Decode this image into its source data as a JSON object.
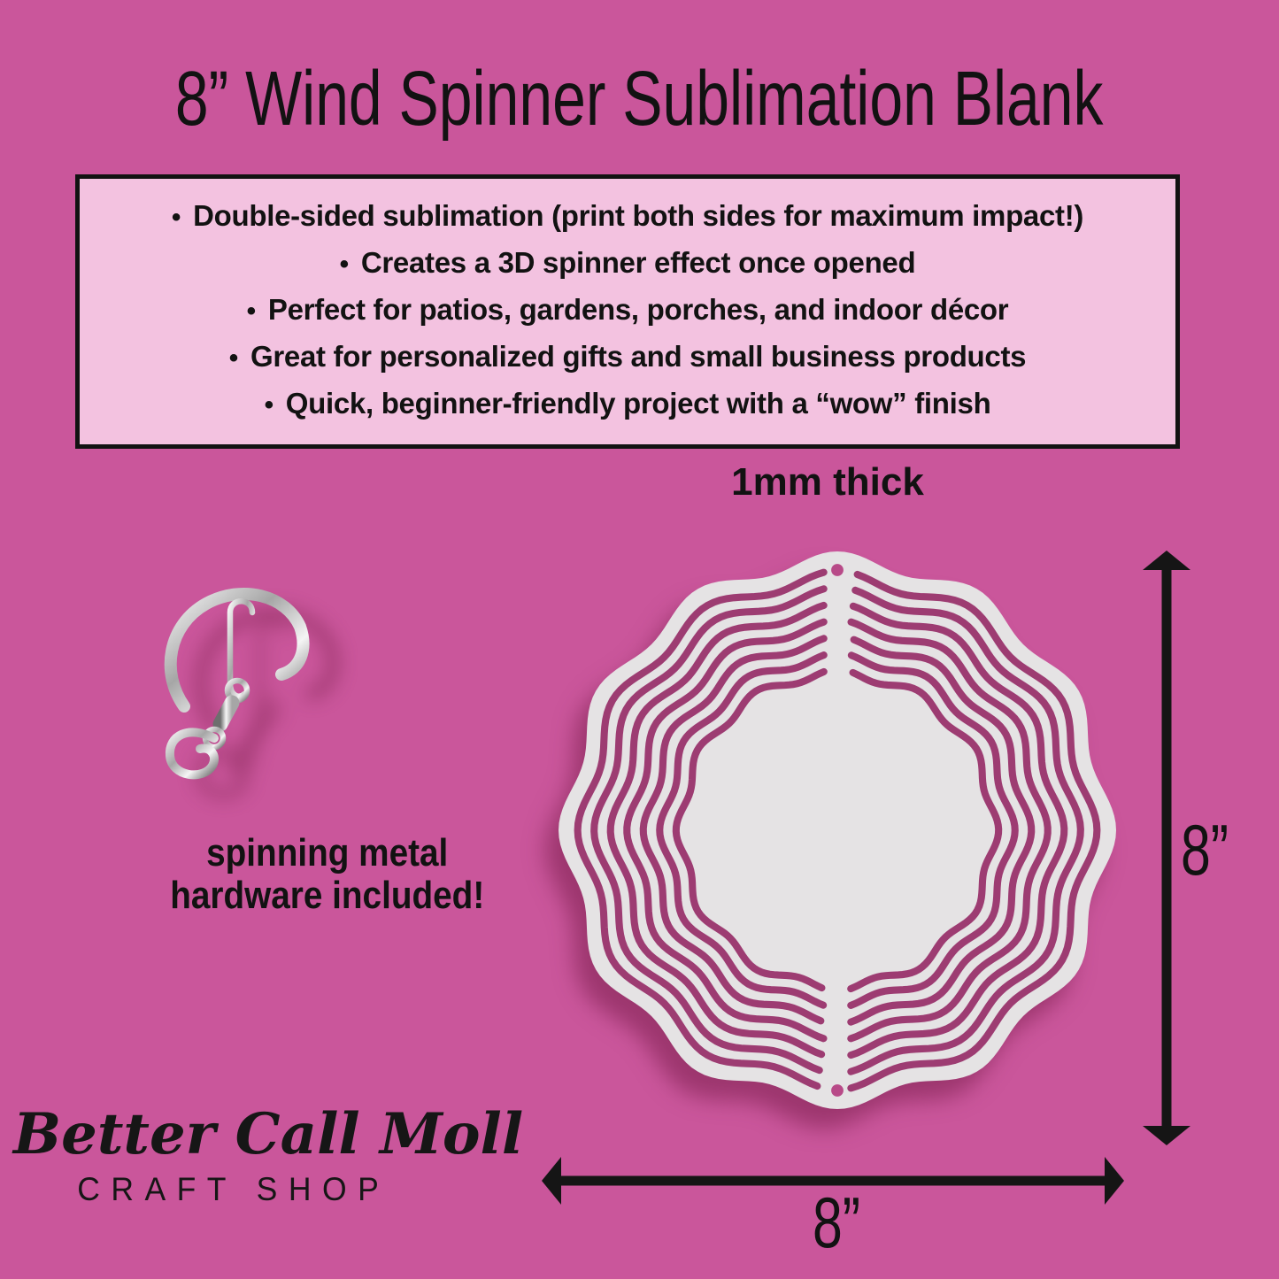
{
  "page": {
    "bg": "#ca569b",
    "text_color": "#121212"
  },
  "title": "8” Wind Spinner Sublimation Blank",
  "features_box": {
    "bg": "#f3c2e0",
    "border_color": "#121212",
    "bullet": "•",
    "items": [
      "Double-sided sublimation (print both sides for maximum impact!)",
      "Creates a 3D spinner effect once opened",
      "Perfect for patios, gardens, porches, and indoor décor",
      "Great for personalized gifts and small business products",
      "Quick, beginner-friendly project with a “wow” finish"
    ]
  },
  "thickness_label": "1mm thick",
  "hardware_caption": {
    "line1": "spinning metal",
    "line2": "hardware included!"
  },
  "spinner": {
    "disc_color": "#e5e3e4",
    "cut_color": "#9d3c72",
    "hole_color": "#b84a88"
  },
  "hardware": {
    "metal_light": "#f5f5f5",
    "metal_mid": "#a6a6a6",
    "metal_dark": "#6e6e6e"
  },
  "dimensions": {
    "height_label": "8”",
    "width_label": "8”"
  },
  "logo": {
    "name": "Better Call Moll",
    "subtitle": "CRAFT SHOP"
  }
}
